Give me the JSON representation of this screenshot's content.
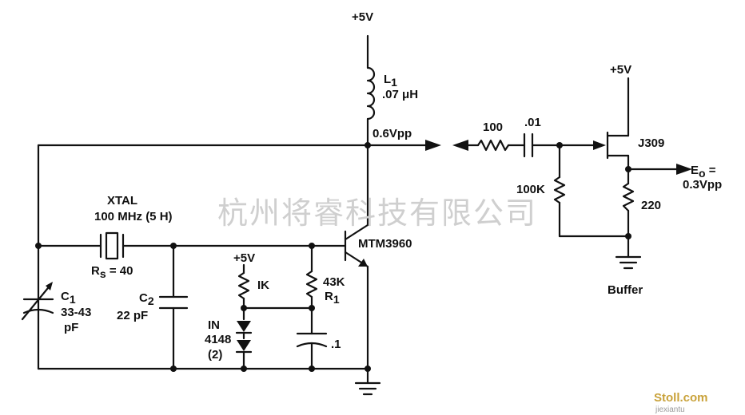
{
  "supply_labels": {
    "top": "+5V",
    "buffer": "+5V",
    "bias": "+5V"
  },
  "inductor": {
    "name": "L",
    "sub": "1",
    "value": ".07 μH"
  },
  "output_level": "0.6Vpp",
  "crystal": {
    "name": "XTAL",
    "spec": "100 MHz (5 H)",
    "rs_name": "R",
    "rs_sub": "s",
    "rs_value": "= 40"
  },
  "c1": {
    "name": "C",
    "sub": "1",
    "value_line1": "33-43",
    "value_line2": "pF"
  },
  "c2": {
    "name": "C",
    "sub": "2",
    "value": "22 pF"
  },
  "transistor": "MTM3960",
  "bias_resistor": "IK",
  "r1": {
    "value": "43K",
    "name": "R",
    "sub": "1"
  },
  "diode": {
    "line1": "IN",
    "line2": "4148",
    "line3": "(2)"
  },
  "bypass_cap": ".1",
  "buffer": {
    "series_r": "100",
    "coupling_c": ".01",
    "gate_r": "100K",
    "fet": "J309",
    "source_r": "220",
    "out_name": "E",
    "out_sub": "o",
    "out_eq": "=",
    "out_value": "0.3Vpp",
    "label": "Buffer"
  },
  "watermark": "杭州将睿科技有限公司",
  "site_logo": "Stoll.com",
  "site_sub": "jiexiantu"
}
